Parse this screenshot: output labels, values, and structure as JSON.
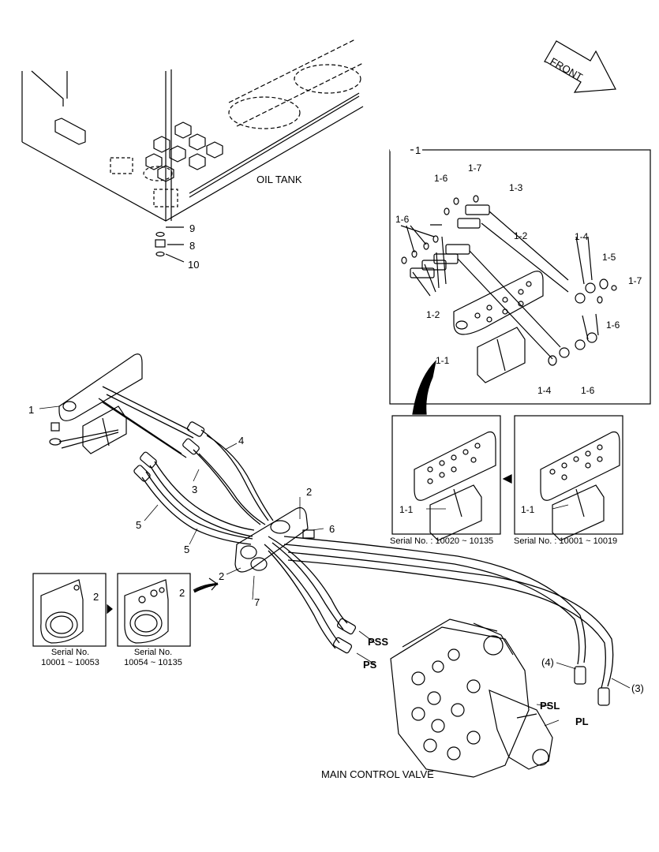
{
  "front_arrow": {
    "label": "FRONT"
  },
  "oil_tank": {
    "label": "OIL TANK",
    "parts": [
      "9",
      "8",
      "10"
    ]
  },
  "detail_box": {
    "id": "1",
    "labels": [
      "1-7",
      "1-6",
      "1-3",
      "1-6",
      "1-2",
      "1-2",
      "1-4",
      "1-5",
      "1-7",
      "1-6",
      "1-1",
      "1-4",
      "1-6"
    ]
  },
  "bracket_variants": [
    {
      "part": "1-1",
      "serial": "Serial No. : 10020 ~ 10135"
    },
    {
      "part": "1-1",
      "serial": "Serial No. : 10001 ~ 10019"
    }
  ],
  "clamp_variants": [
    {
      "part": "2",
      "serial_line1": "Serial No.",
      "serial_line2": "10001 ~ 10053"
    },
    {
      "part": "2",
      "serial_line1": "Serial No.",
      "serial_line2": "10054 ~ 10135"
    }
  ],
  "main_parts": [
    "1",
    "2",
    "2",
    "3",
    "4",
    "5",
    "5",
    "6",
    "7",
    "(4)",
    "(3)"
  ],
  "ports": {
    "pss": "PSS",
    "ps": "PS",
    "psl": "PSL",
    "pl": "PL"
  },
  "main_valve": {
    "label": "MAIN CONTROL VALVE"
  }
}
